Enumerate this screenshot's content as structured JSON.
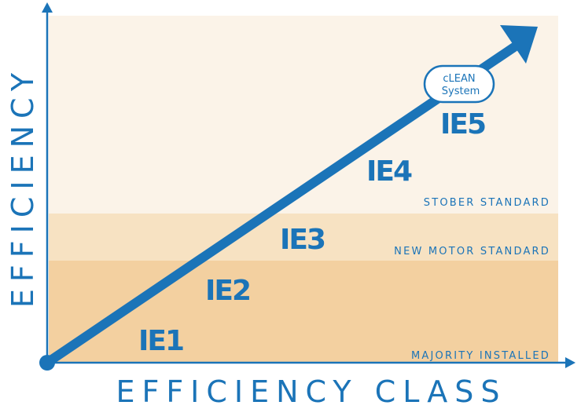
{
  "colors": {
    "accent": "#1b74b8",
    "band_top": "#fbf3e8",
    "band_middle": "#f7e2c2",
    "band_bottom": "#f3d0a0"
  },
  "axes": {
    "x_label": "EFFICIENCY CLASS",
    "y_label": "EFFICIENCY"
  },
  "bands": {
    "top": "STOBER STANDARD",
    "middle": "NEW MOTOR STANDARD",
    "bottom": "MAJORITY INSTALLED"
  },
  "classes": [
    "IE1",
    "IE2",
    "IE3",
    "IE4",
    "IE5"
  ],
  "badge": {
    "line1": "cLEAN",
    "line2": "System"
  }
}
